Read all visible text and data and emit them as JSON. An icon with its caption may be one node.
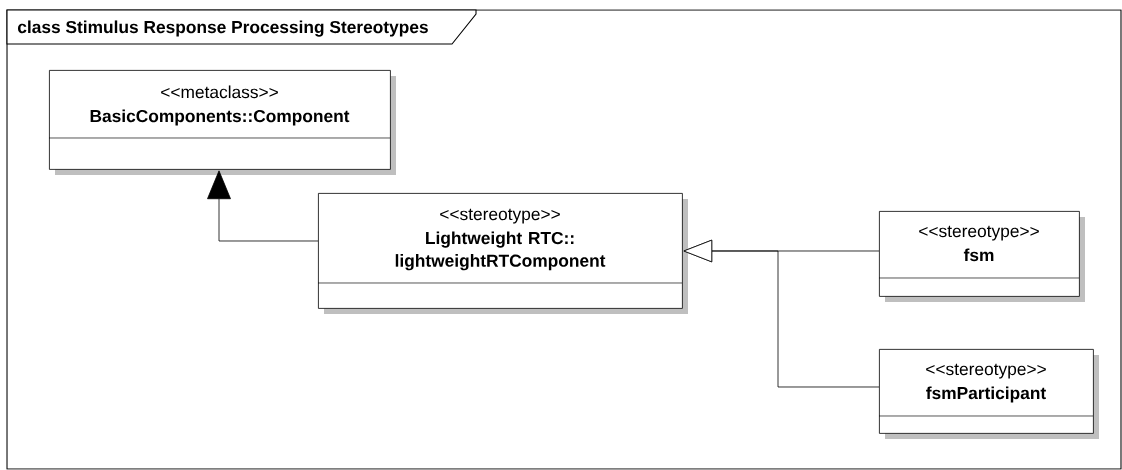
{
  "diagram": {
    "title": "class Stimulus Response Processing Stereotypes",
    "nodes": [
      {
        "text": [
          "<<metaclass>>",
          "BasicComponents::Component"
        ]
      },
      {
        "text": [
          "<<stereotype>>",
          "Lightweight RTC:: lightweightRTComponent"
        ]
      },
      {
        "text": [
          "<<stereotype>>",
          "fsm"
        ]
      },
      {
        "text": [
          "<<stereotype>>",
          "fsmParticipant"
        ]
      }
    ],
    "edges": [
      {
        "from": 1,
        "to": 0,
        "arrow": "to"
      },
      {
        "from": 2,
        "to": 1,
        "arrow": "to"
      },
      {
        "from": 3,
        "to": 1,
        "arrow": "to"
      }
    ]
  }
}
